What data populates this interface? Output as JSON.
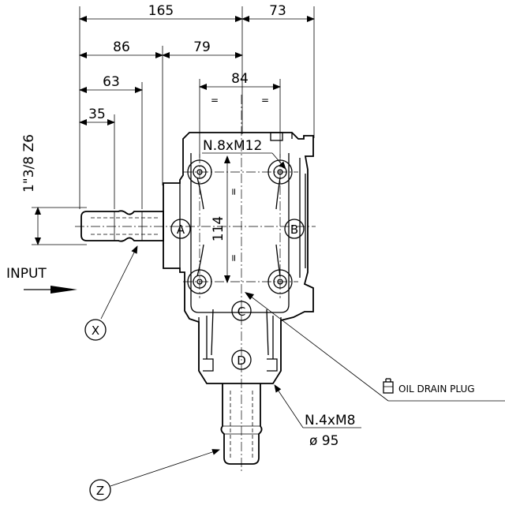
{
  "dimensions": {
    "d165": "165",
    "d73": "73",
    "d86": "86",
    "d79": "79",
    "d63": "63",
    "d84": "84",
    "d35": "35",
    "d114": "114",
    "eq": "="
  },
  "labels": {
    "shaft_thread": "1\"3/8 Z6",
    "input": "INPUT",
    "top_holes": "N.8xM12",
    "bottom_holes": "N.4xM8",
    "flange_dia": "ø 95",
    "oil_drain_plug": "OIL DRAIN PLUG"
  },
  "ports": {
    "a": "A",
    "b": "B",
    "c": "C",
    "d": "D"
  },
  "callouts": {
    "x": "X",
    "z": "Z"
  }
}
